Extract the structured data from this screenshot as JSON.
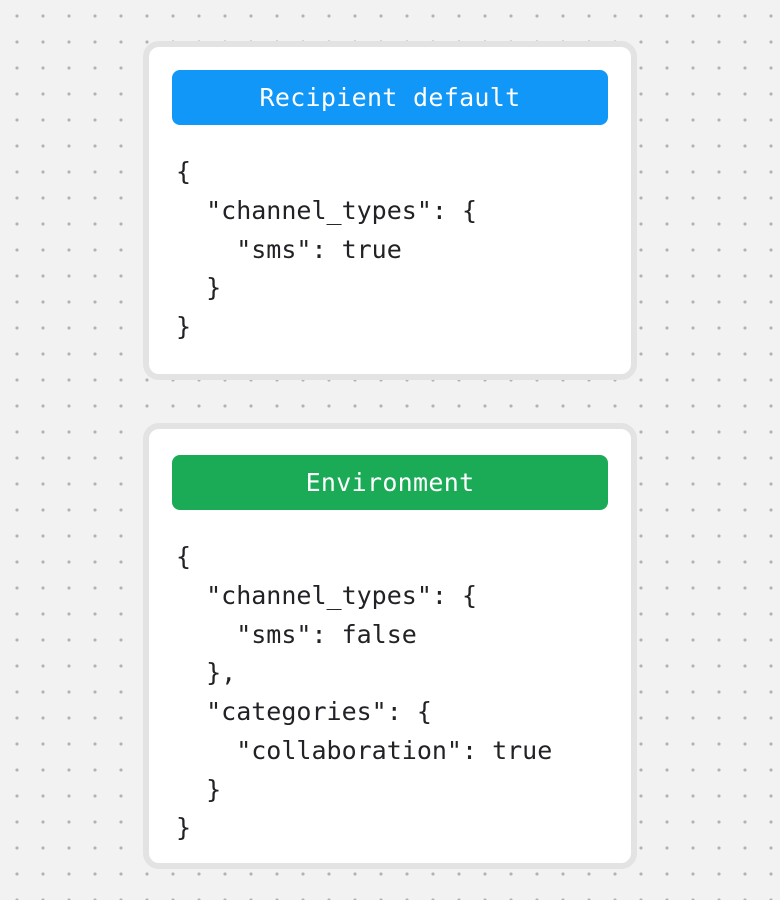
{
  "canvas": {
    "background_color": "#f2f2f2",
    "dot_color": "#b3b3b3"
  },
  "colors": {
    "card_background": "#ffffff",
    "card_border": "#e3e3e3",
    "code_text": "#212126",
    "badge_text": "#ffffff",
    "recipient_accent": "#1097F7",
    "environment_accent": "#1BAB56"
  },
  "cards": [
    {
      "title": "Recipient default",
      "accent_color": "#1097F7",
      "code": "{\n  \"channel_types\": {\n    \"sms\": true\n  }\n}"
    },
    {
      "title": "Environment",
      "accent_color": "#1BAB56",
      "code": "{\n  \"channel_types\": {\n    \"sms\": false\n  },\n  \"categories\": {\n    \"collaboration\": true\n  }\n}"
    }
  ]
}
